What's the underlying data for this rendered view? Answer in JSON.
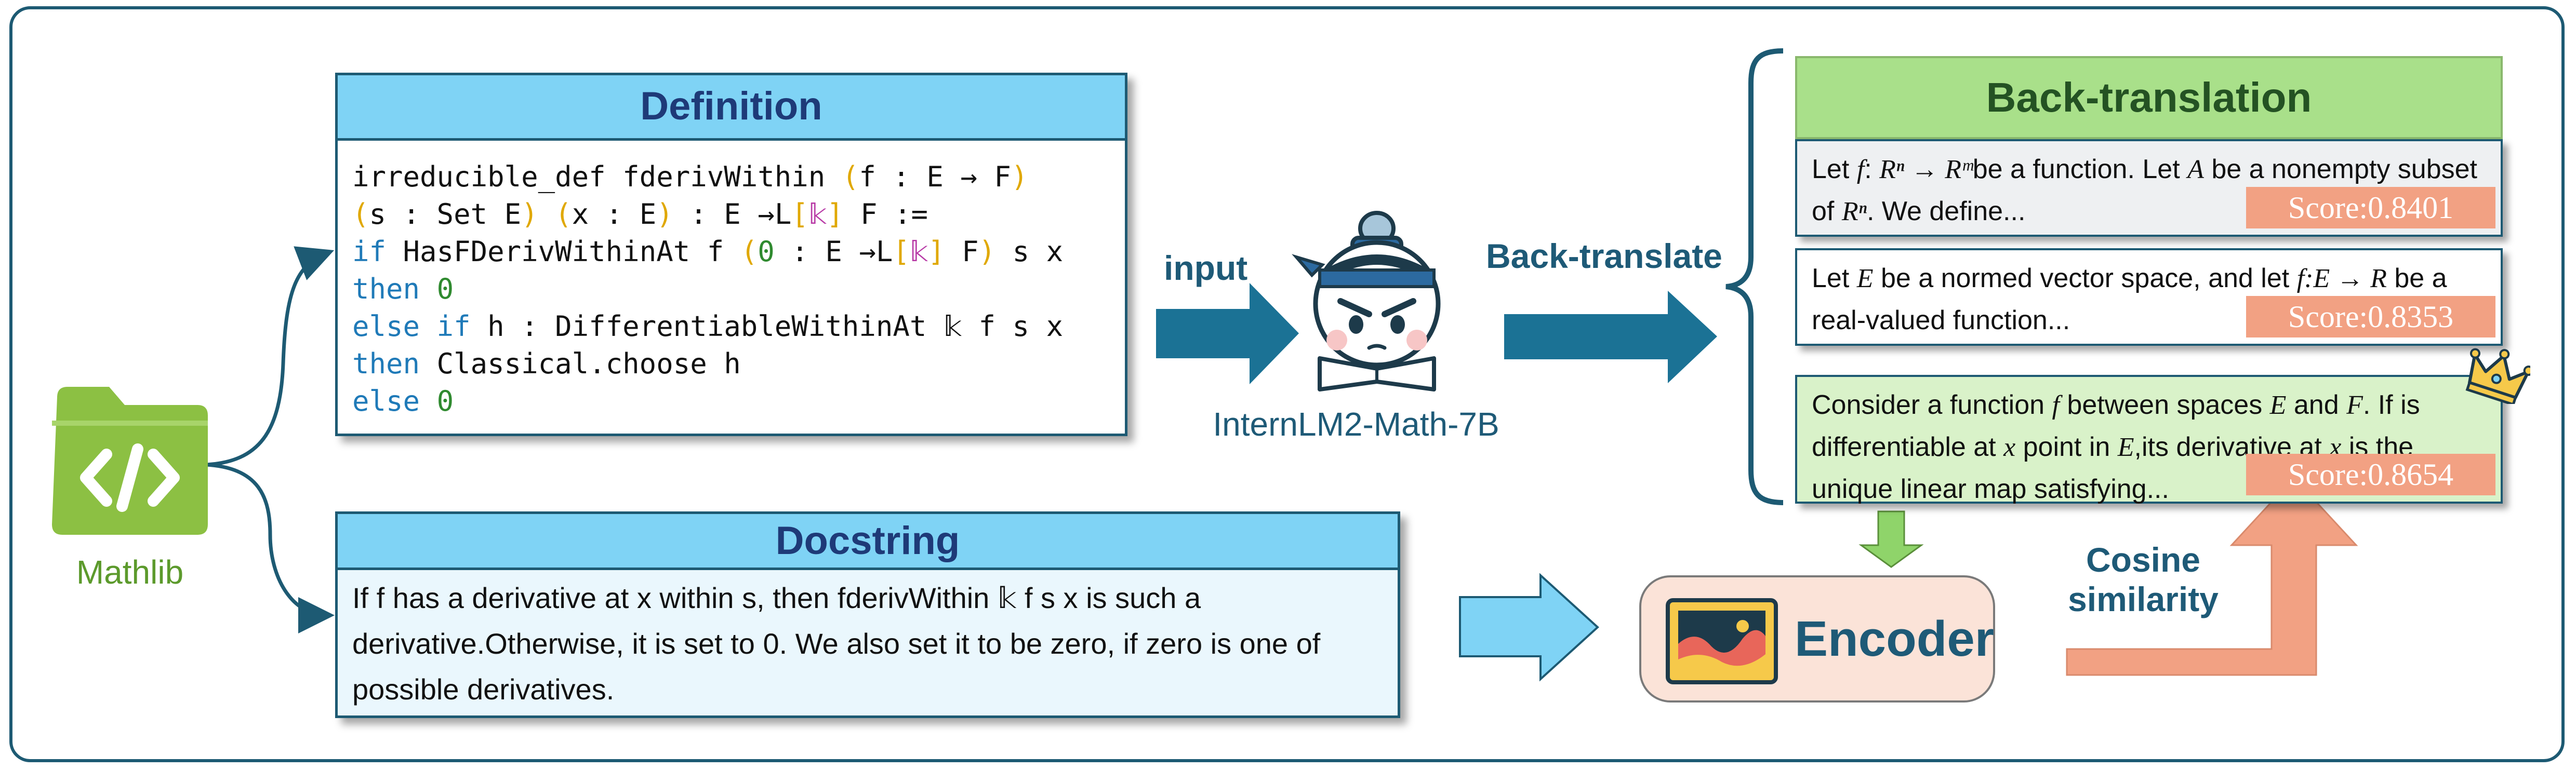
{
  "mathlib": {
    "label": "Mathlib",
    "icon": "folder-code-icon"
  },
  "definition": {
    "title": "Definition",
    "code": {
      "l1_a": "irreducible_def fderivWithin ",
      "l1_b": "(",
      "l1_c": "f : E → F",
      "l1_d": ")",
      "l2_a": "(",
      "l2_b": "s : Set E",
      "l2_c": ")",
      "l2_d": " ",
      "l2_e": "(",
      "l2_f": "x : E",
      "l2_g": ")",
      "l2_h": " : E →L",
      "l2_i": "[",
      "l2_j": "𝕜",
      "l2_k": "]",
      "l2_l": " F :=",
      "l3_a": "if",
      "l3_b": " HasFDerivWithinAt f ",
      "l3_c": "(",
      "l3_d": "0",
      "l3_e": " : E →L",
      "l3_f": "[",
      "l3_g": "𝕜",
      "l3_h": "]",
      "l3_i": " F",
      "l3_j": ")",
      "l3_k": " s x",
      "l4_a": "then",
      "l4_b": "0",
      "l5_a": "else if",
      "l5_b": " h : DifferentiableWithinAt 𝕜 f s x",
      "l6_a": "then",
      "l6_b": " Classical.choose h",
      "l7_a": "else",
      "l7_b": "0"
    }
  },
  "docstring": {
    "title": "Docstring",
    "text": "If f has a derivative at x within s, then fderivWithin 𝕜 f s x is such a derivative.Otherwise, it is set to 0. We also set it to be zero, if zero is one of possible derivatives."
  },
  "labels": {
    "input": "input",
    "model": "InternLM2-Math-7B",
    "back_translate": "Back-translate",
    "encoder": "Encoder",
    "cosine_line1": "Cosine",
    "cosine_line2": "similarity"
  },
  "back_translation": {
    "title": "Back-translation",
    "cards": [
      {
        "t1": "Let ",
        "m1": "f",
        "t2": ": ",
        "m2": "Rⁿ → Rᵐ",
        "t3": "be a function. Let ",
        "m3": "A",
        "t4": " be a nonempty subset of ",
        "m4": "Rⁿ",
        "t5": ". We define...",
        "score": "Score:0.8401"
      },
      {
        "t1": "Let ",
        "m1": "E",
        "t2": " be a normed vector space, and let ",
        "m2": "f:E → R",
        "t3": " be a real-valued function...",
        "score": "Score:0.8353"
      },
      {
        "t1": "Consider a function ",
        "m1": "f",
        "t2": " between spaces ",
        "m2": "E",
        "t3": " and ",
        "m3": "F",
        "t4": ". If is differentiable at ",
        "m4": "x",
        "t5": " point in ",
        "m5": "E",
        "t6": ",its derivative at ",
        "m6": "x",
        "t7": " is the unique linear map satisfying...",
        "score": "Score:0.8654",
        "badge": "crown-icon"
      }
    ]
  },
  "colors": {
    "border": "#1d5a73",
    "title_blue": "#7fd3f5",
    "title_green": "#a9e08a",
    "arrow_dark": "#1b7295",
    "arrow_light": "#7fd3f5",
    "arrow_orange": "#f2a183",
    "arrow_green": "#8fd46a",
    "mathlib_green": "#8cc043",
    "score_bg": "#f2a183"
  }
}
